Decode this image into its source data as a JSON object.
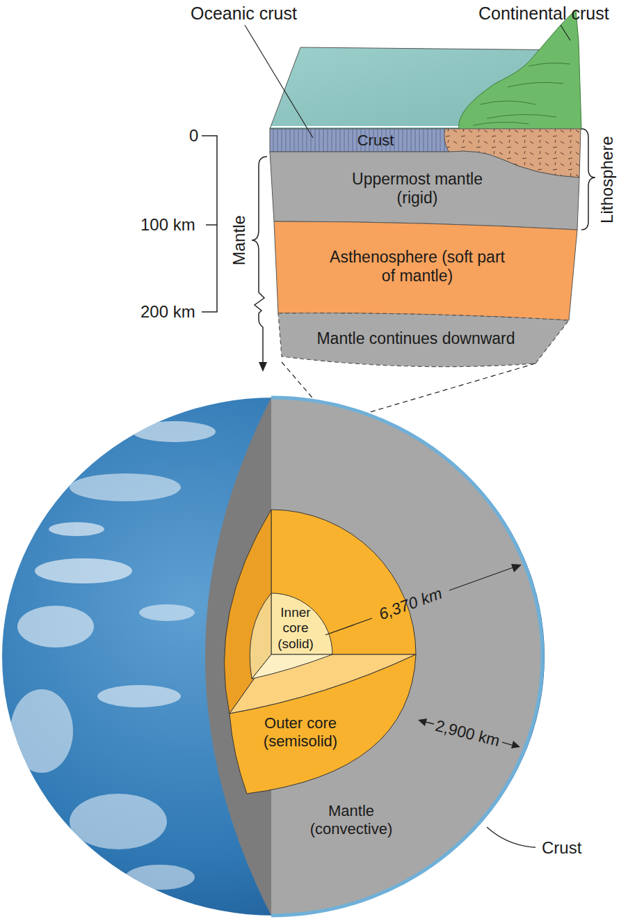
{
  "diagram": {
    "nodes": [
      {
        "text": [
          "Crust"
        ]
      },
      {
        "text": [
          "Uppermost mantle (rigid)"
        ]
      },
      {
        "text": [
          "Asthenosphere (soft part of mantle)"
        ]
      },
      {
        "text": [
          "Mantle continues downward"
        ]
      },
      {
        "text": [
          "Inner core (solid)"
        ]
      },
      {
        "text": [
          "Outer core (semisolid)"
        ]
      },
      {
        "text": [
          "Mantle (convective)"
        ]
      }
    ],
    "labels": [
      "Oceanic crust",
      "Continental crust",
      "0",
      "100 km",
      "200 km",
      "Mantle",
      "Lithosphere",
      "6,370 km",
      "2,900 km",
      "Crust"
    ]
  }
}
